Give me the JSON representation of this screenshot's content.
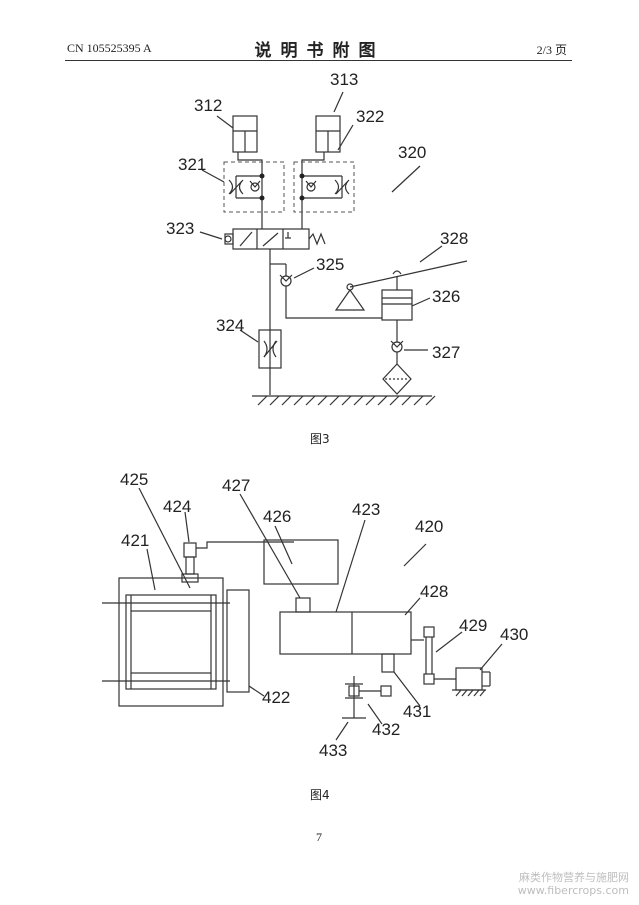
{
  "header": {
    "patent_number": "CN 105525395 A",
    "title": "说明书附图",
    "page_of": "2/3 页"
  },
  "figure3": {
    "caption": "图3",
    "labels": {
      "l312": "312",
      "l313": "313",
      "l322": "322",
      "l321": "321",
      "l320": "320",
      "l323": "323",
      "l328": "328",
      "l325": "325",
      "l326": "326",
      "l324": "324",
      "l327": "327"
    }
  },
  "figure4": {
    "caption": "图4",
    "labels": {
      "l425": "425",
      "l424": "424",
      "l427": "427",
      "l426": "426",
      "l423": "423",
      "l421": "421",
      "l420": "420",
      "l428": "428",
      "l429": "429",
      "l430": "430",
      "l422": "422",
      "l431": "431",
      "l432": "432",
      "l433": "433"
    }
  },
  "footer": {
    "page_number": "7",
    "watermark_line1": "麻类作物营养与施肥网",
    "watermark_line2": "www.fibercrops.com"
  }
}
